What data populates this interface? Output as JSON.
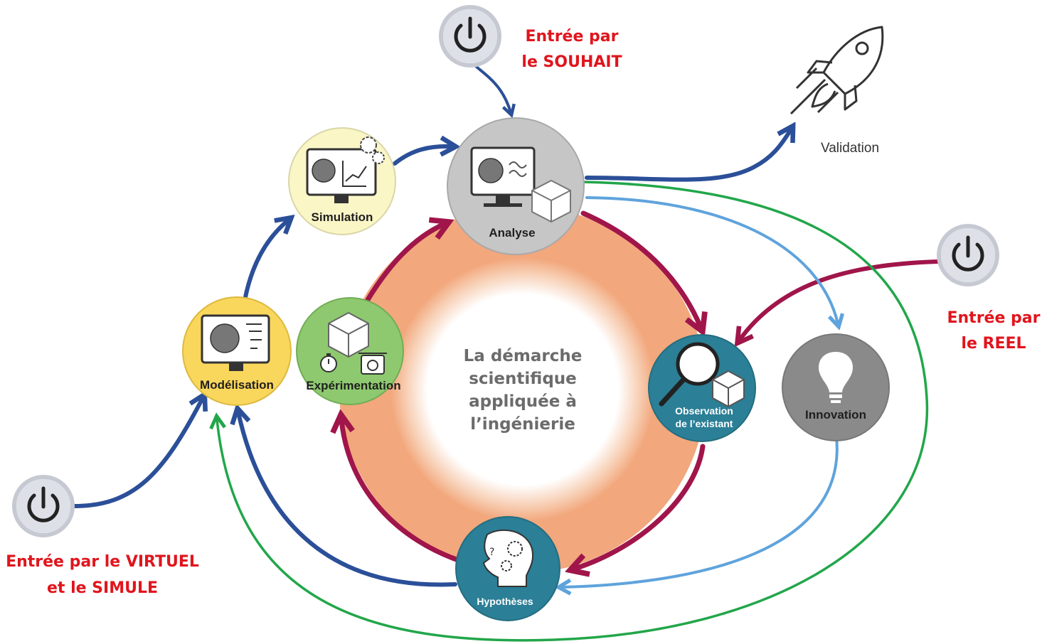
{
  "center": {
    "line1": "La démarche",
    "line2": "scientifique",
    "line3": "appliquée à",
    "line4": "l’ingénierie"
  },
  "nodes": {
    "analyse": "Analyse",
    "simulation": "Simulation",
    "modelisation": "Modélisation",
    "experimentation": "Expérimentation",
    "observation_line1": "Observation",
    "observation_line2": "de l’existant",
    "innovation": "Innovation",
    "hypotheses": "Hypothèses",
    "validation": "Validation"
  },
  "entries": {
    "souhait_line1": "Entrée par",
    "souhait_line2": "le SOUHAIT",
    "reel_line1": "Entrée par",
    "reel_line2": "le REEL",
    "virtuel_line1": "Entrée par le VIRTUEL",
    "virtuel_line2": "et le SIMULE"
  },
  "colors": {
    "ring": "#f2a77c",
    "crimson": "#a0154a",
    "navy": "#2b4f98",
    "lightblue": "#5fa3dc",
    "green": "#22a64a",
    "entry_red": "#e0151d",
    "teal": "#2b7f96",
    "yellow": "#f9d65c",
    "light_yellow": "#fbf6c6",
    "light_green": "#8ec96f",
    "gray": "#c9c9c9",
    "dark_gray": "#8a8a8a"
  },
  "icons": [
    "power-icon",
    "rocket-icon",
    "monitor-icon",
    "cube-icon",
    "magnifier-icon",
    "lightbulb-icon",
    "head-gears-icon",
    "stopwatch-icon",
    "scale-icon"
  ]
}
